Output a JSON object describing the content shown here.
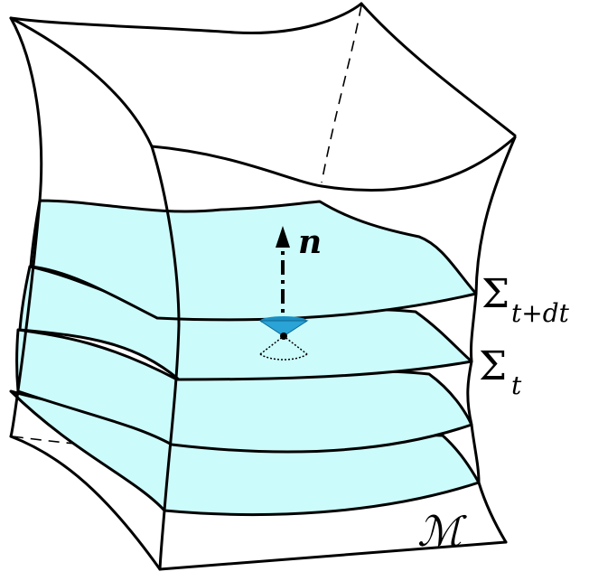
{
  "labels": {
    "normal": "n",
    "sigma_next_symbol": "Σ",
    "sigma_next_sub": "t+dt",
    "sigma_symbol": "Σ",
    "sigma_sub": "t",
    "manifold": "ℳ"
  },
  "colors": {
    "slice_fill": "#ccfbfb",
    "stroke": "#000000",
    "cone": "#1a8fc4",
    "background": "#ffffff"
  }
}
